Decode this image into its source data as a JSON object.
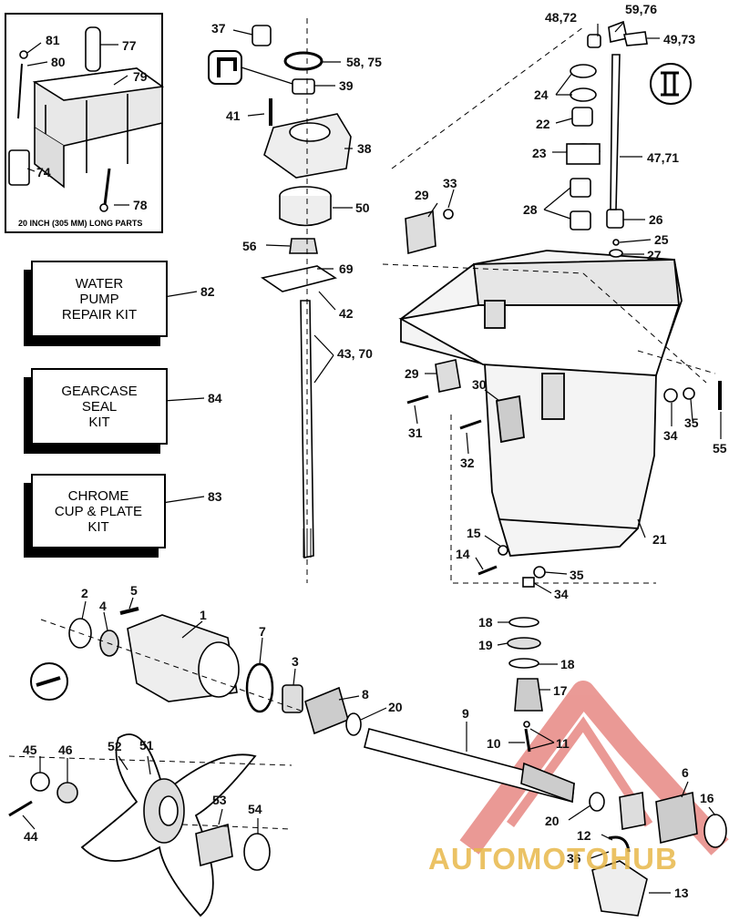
{
  "inset": {
    "note": "20 INCH (305 MM) LONG PARTS"
  },
  "kits": [
    {
      "id": "82",
      "lines": [
        "WATER",
        "PUMP",
        "REPAIR KIT"
      ]
    },
    {
      "id": "84",
      "lines": [
        "GEARCASE",
        "SEAL",
        "KIT"
      ]
    },
    {
      "id": "83",
      "lines": [
        "CHROME",
        "CUP & PLATE",
        "KIT"
      ]
    }
  ],
  "labels": {
    "l81": "81",
    "l80": "80",
    "l77": "77",
    "l79": "79",
    "l74": "74",
    "l78": "78",
    "l37": "37",
    "l5875": "58, 75",
    "l39": "39",
    "l41": "41",
    "l38": "38",
    "l50": "50",
    "l56": "56",
    "l69": "69",
    "l42": "42",
    "l4370": "43, 70",
    "l82": "82",
    "l84": "84",
    "l83": "83",
    "l4872": "48,72",
    "l5976": "59,76",
    "l4973": "49,73",
    "l24": "24",
    "l22": "22",
    "l23": "23",
    "l4771": "47,71",
    "l29a": "29",
    "l33": "33",
    "l28": "28",
    "l26": "26",
    "l25": "25",
    "l27": "27",
    "l29b": "29",
    "l30": "30",
    "l31": "31",
    "l32": "32",
    "l34a": "34",
    "l35a": "35",
    "l55": "55",
    "l21": "21",
    "l15": "15",
    "l14": "14",
    "l35b": "35",
    "l34b": "34",
    "l2": "2",
    "l5": "5",
    "l4": "4",
    "l1": "1",
    "l7": "7",
    "l3": "3",
    "l8": "8",
    "l20a": "20",
    "l18a": "18",
    "l19": "19",
    "l18b": "18",
    "l17": "17",
    "l9": "9",
    "l10": "10",
    "l11": "11",
    "l45": "45",
    "l46": "46",
    "l52": "52",
    "l51": "51",
    "l44": "44",
    "l53": "53",
    "l54": "54",
    "l20b": "20",
    "l6": "6",
    "l16": "16",
    "l12": "12",
    "l36": "36",
    "l13": "13"
  },
  "watermark": {
    "text": "AUTOMOTOHUB"
  }
}
